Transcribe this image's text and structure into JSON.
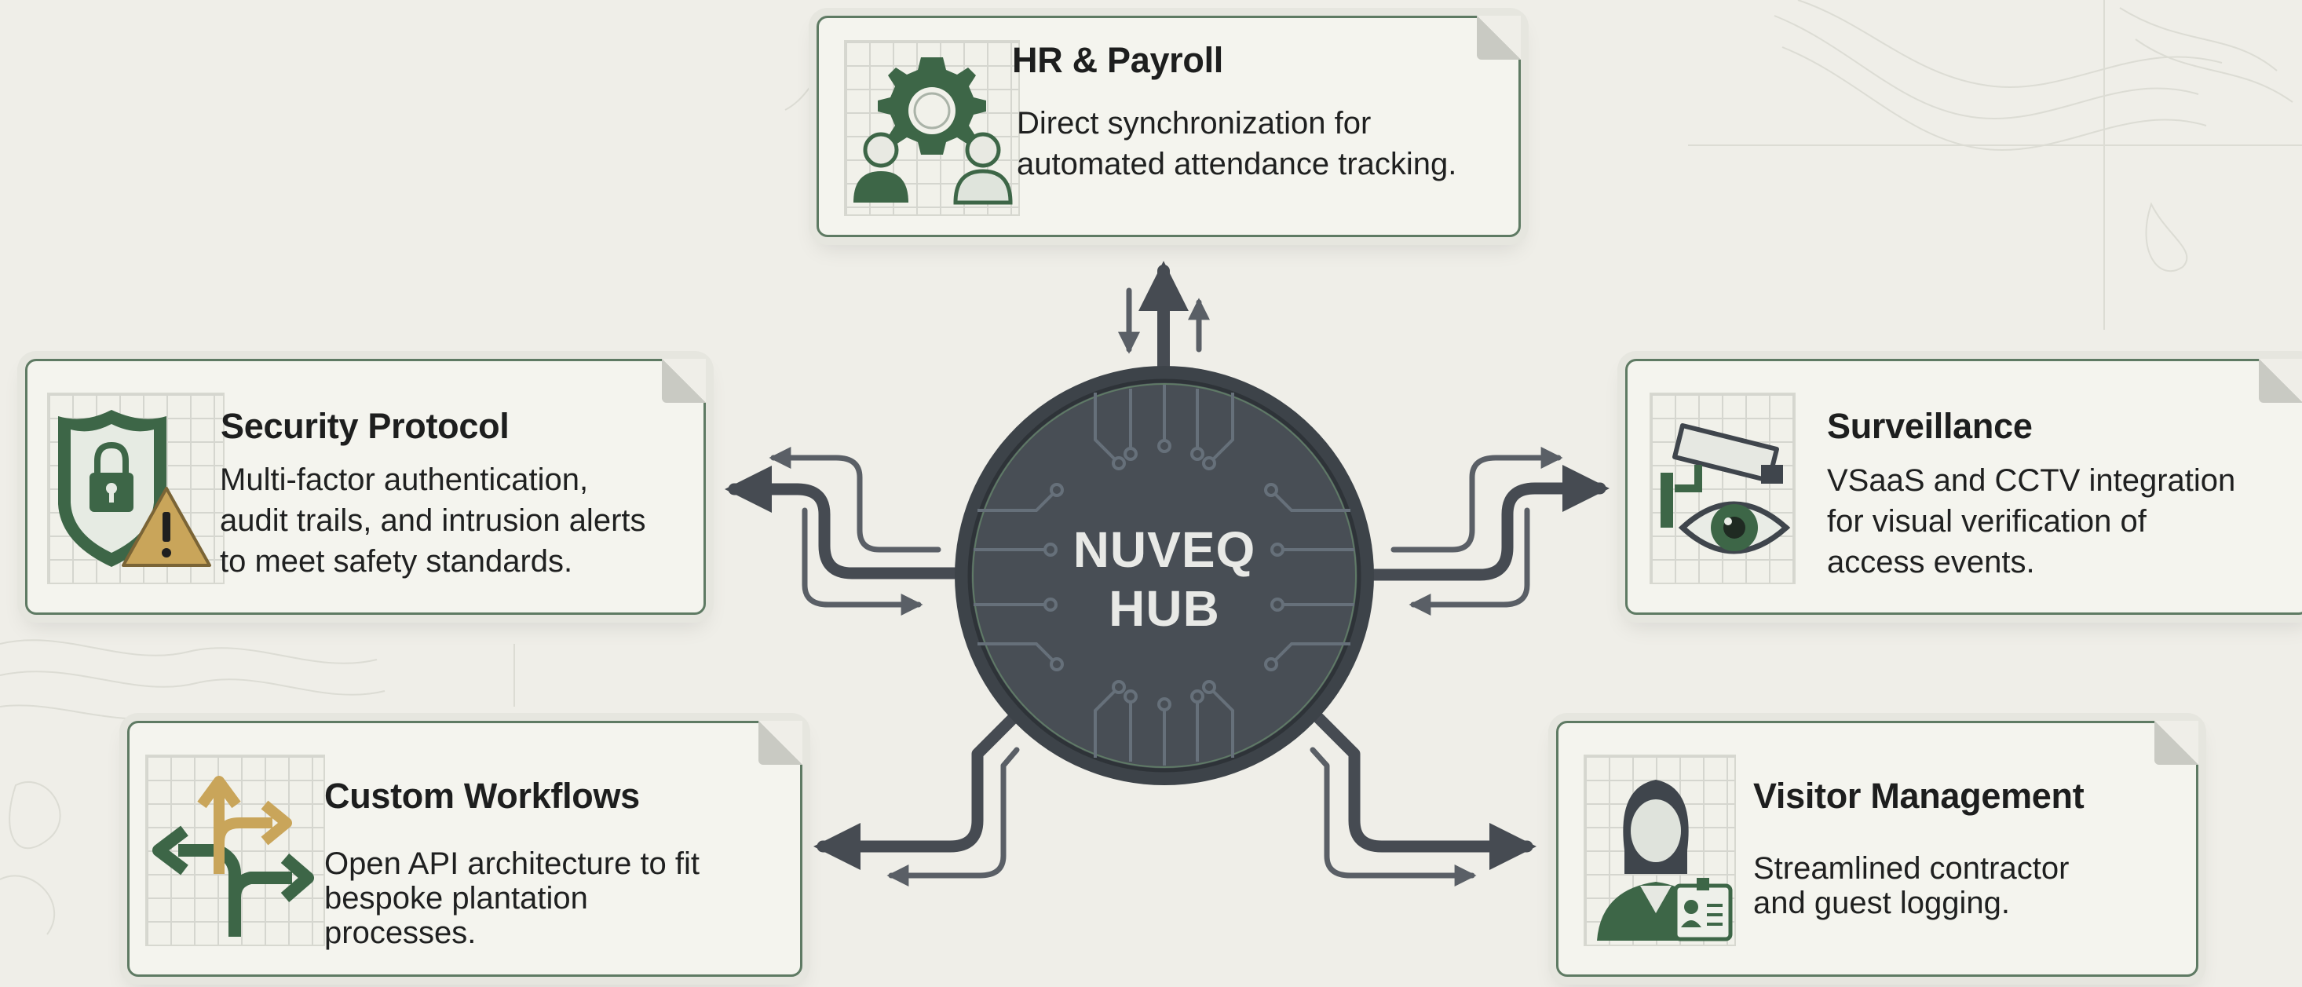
{
  "hub": {
    "line1": "NUVEQ",
    "line2": "HUB"
  },
  "cards": {
    "hr": {
      "title": "HR & Payroll",
      "lines": [
        "Direct synchronization for",
        "automated attendance tracking."
      ]
    },
    "security": {
      "title": "Security Protocol",
      "lines": [
        "Multi-factor authentication,",
        "audit trails, and intrusion alerts",
        "to meet safety standards."
      ]
    },
    "surveillance": {
      "title": "Surveillance",
      "lines": [
        "VSaaS and CCTV integration",
        "for visual verification of",
        "access events."
      ]
    },
    "workflows": {
      "title": "Custom Workflows",
      "lines": [
        "Open API architecture to fit",
        "bespoke plantation",
        "processes."
      ]
    },
    "visitor": {
      "title": "Visitor Management",
      "lines": [
        "Streamlined contractor",
        "and guest logging."
      ]
    }
  },
  "icons": {
    "hr": [
      "gear-icon",
      "people-icon"
    ],
    "security": [
      "shield-lock-icon",
      "warning-icon"
    ],
    "surveillance": [
      "cctv-camera-icon",
      "eye-icon"
    ],
    "workflows": [
      "branching-arrows-icon"
    ],
    "visitor": [
      "visitor-person-icon",
      "id-badge-icon"
    ]
  },
  "colors": {
    "background": "#efeee8",
    "card_border": "#5e7a63",
    "hub_fill": "#3f454c",
    "arrow": "#464b52",
    "icon_green": "#3d6647",
    "icon_gold": "#c9a55a"
  }
}
